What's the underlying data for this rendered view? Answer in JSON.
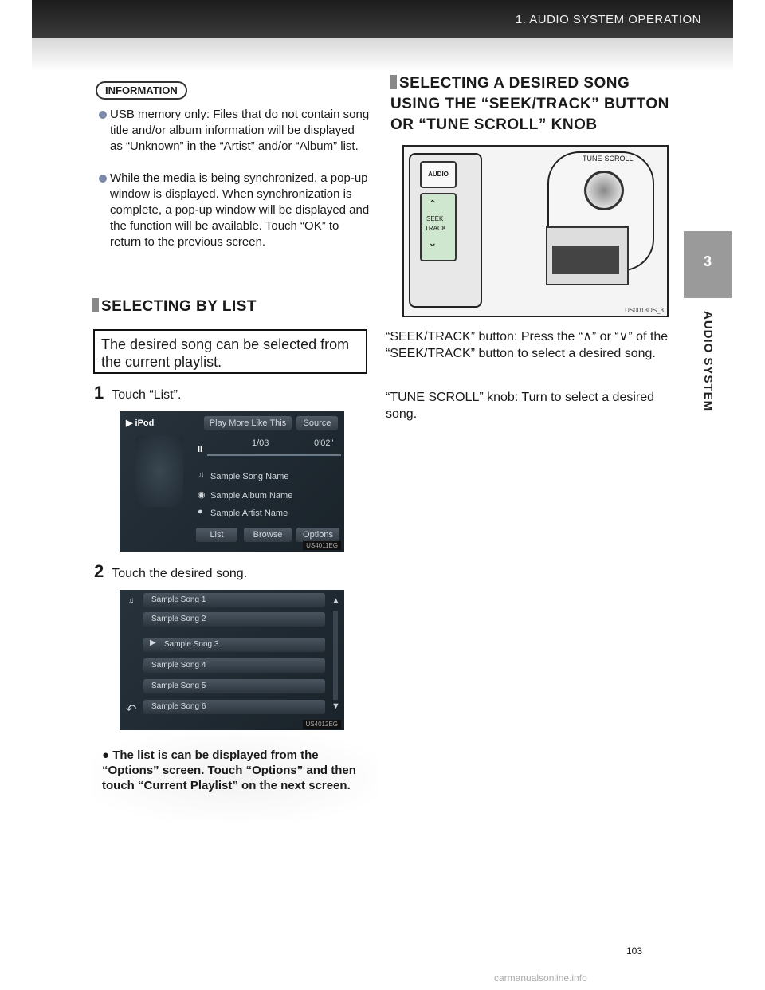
{
  "header": {
    "title": "1. AUDIO SYSTEM OPERATION"
  },
  "side_tab": {
    "number": "3",
    "label": "AUDIO SYSTEM"
  },
  "information": {
    "tag": "INFORMATION",
    "bullets": [
      "USB memory only: Files that do not contain song title and/or album information will be displayed as “Unknown” in the “Artist” and/or “Album” list.",
      "While the media is being synchronized, a pop-up window is displayed. When synchronization is complete, a pop-up window will be displayed and the function will be available. Touch “OK” to return to the previous screen."
    ]
  },
  "selecting_by_list": {
    "heading": "SELECTING BY LIST",
    "lead": "The desired song can be selected from the current playlist.",
    "step1_num": "1",
    "step1": "Touch “List”.",
    "step2_num": "2",
    "step2": "Touch the desired song."
  },
  "screen1": {
    "source_name": "iPod",
    "top_buttons": [
      "Play More Like This",
      "Source"
    ],
    "track_count": "1/03",
    "time": "0'02\"",
    "song": "Sample Song Name",
    "album": "Sample Album Name",
    "artist": "Sample Artist Name",
    "bottom_buttons": [
      "List",
      "Browse",
      "Options"
    ],
    "code": "US4011EG"
  },
  "screen2": {
    "songs": [
      "Sample Song 1",
      "Sample Song 2",
      "Sample Song 3",
      "Sample Song 4",
      "Sample Song 5",
      "Sample Song 6"
    ],
    "code": "US4012EG"
  },
  "note": "The list is can be displayed from the “Options” screen. Touch “Options” and then touch “Current Playlist” on the next screen.",
  "seek_section": {
    "heading": "SELECTING A DESIRED SONG USING THE “SEEK/TRACK” BUTTON OR “TUNE SCROLL” KNOB",
    "illus_labels": {
      "audio": "AUDIO",
      "seek": "SEEK",
      "track": "TRACK",
      "tune": "TUNE·SCROLL",
      "code": "US0013DS_3"
    },
    "seek_text": "“SEEK/TRACK” button: Press the “∧” or “∨” of the “SEEK/TRACK” button to select a desired song.",
    "tune_text": "“TUNE SCROLL” knob: Turn to select a desired song."
  },
  "page_number": "103",
  "watermark": "carmanualsonline.info"
}
